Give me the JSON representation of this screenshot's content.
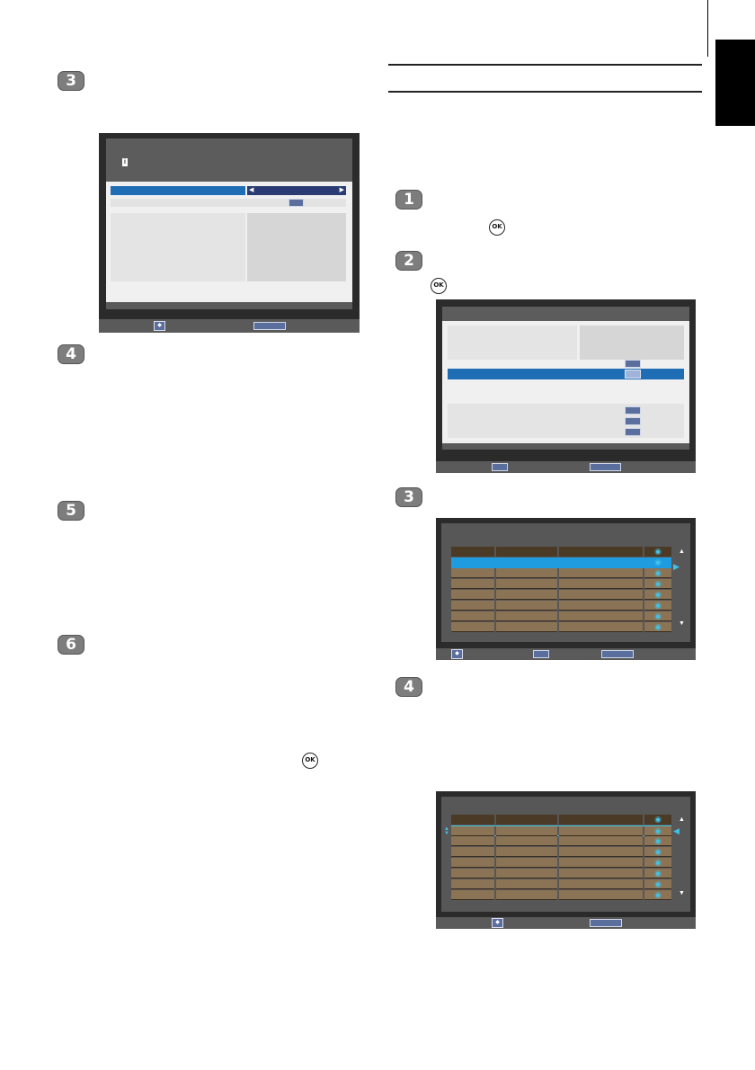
{
  "icons": {
    "ok_label": "OK"
  },
  "steps": {
    "left": [
      "3",
      "4",
      "5",
      "6"
    ],
    "right": [
      "1",
      "2",
      "3",
      "4"
    ]
  },
  "screen1": {
    "info_mark": "i"
  },
  "colors": {
    "tab": "#000000",
    "step_badge": "#7d7d7d",
    "highlight_blue": "#1f6db5",
    "row_brown": "#8b7355",
    "eye_cyan": "#41c3e8"
  }
}
